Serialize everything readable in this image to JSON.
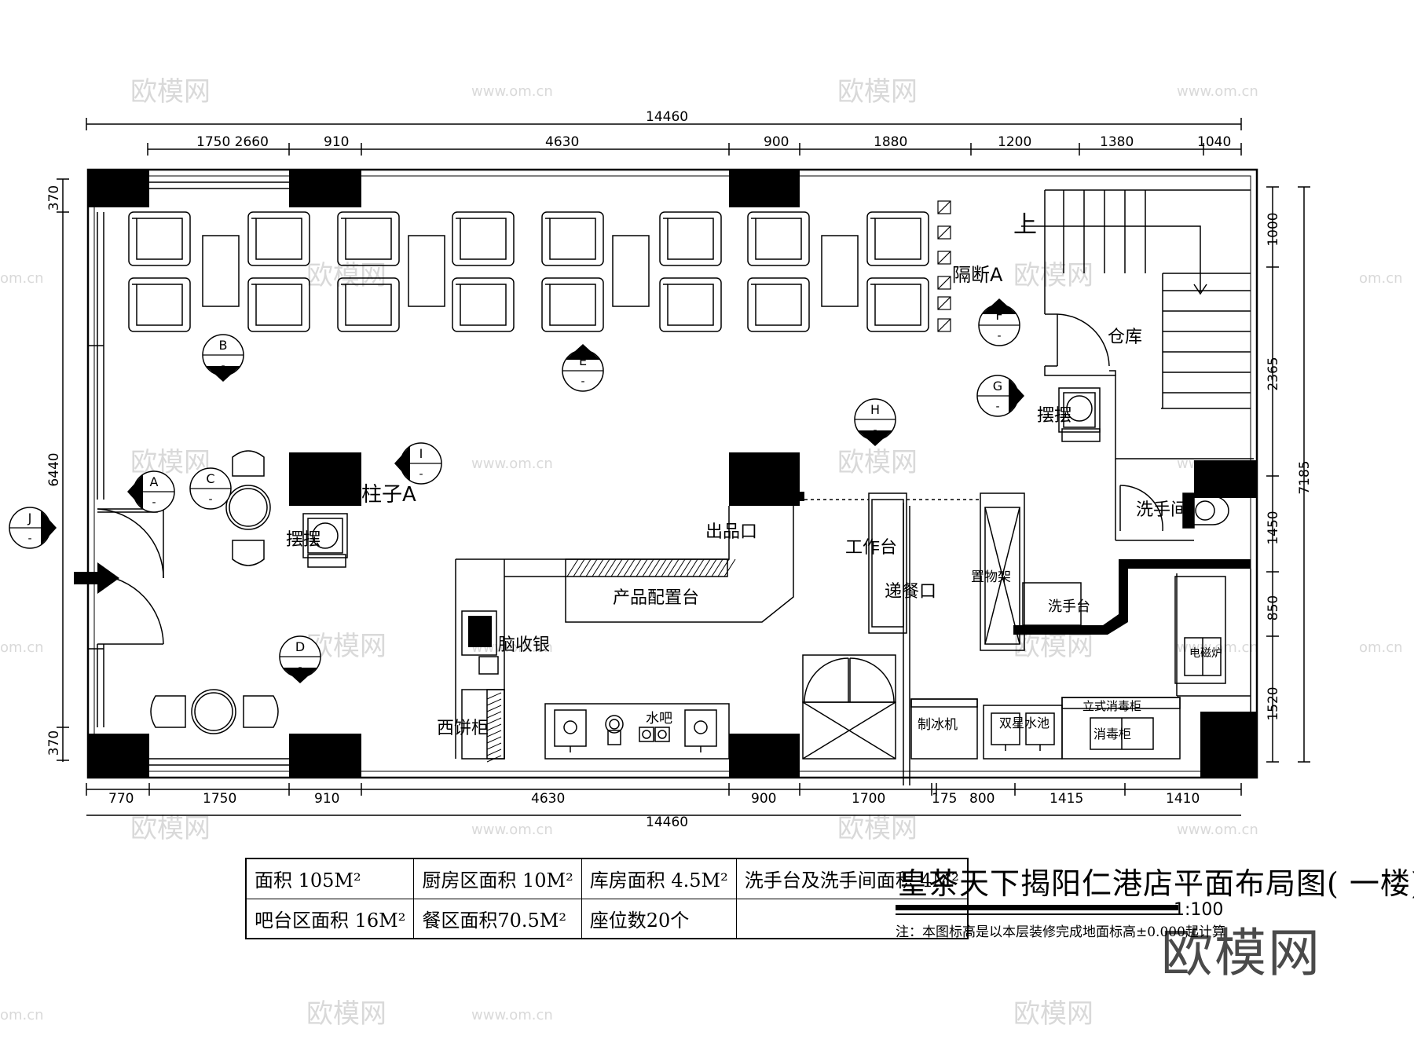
{
  "dims": {
    "top_total": "14460",
    "top_segments": [
      "1750 2660",
      "910",
      "4630",
      "900",
      "1880",
      "1200",
      "1380",
      "1040"
    ],
    "bottom_segments": [
      "770",
      "1750",
      "910",
      "4630",
      "900",
      "1700",
      "175",
      "800",
      "1415",
      "1410"
    ],
    "bottom_total": "14460",
    "left": [
      "370",
      "6440",
      "370"
    ],
    "right_inner": [
      "1000",
      "2365",
      "1450",
      "850",
      "1520"
    ],
    "right_total": "7185"
  },
  "labels": {
    "partition": "隔断A",
    "column": "柱子A",
    "ornament_left": "摆摆",
    "ornament_right": "摆摆",
    "warehouse": "仓库",
    "up": "上",
    "restroom": "洗手间",
    "serving_out": "出品口",
    "workbench": "工作台",
    "pass_through": "递餐口",
    "shelf": "置物架",
    "hand_sink": "洗手台",
    "product_counter": "产品配置台",
    "cashier": "脑收银",
    "pastry_cabinet": "西饼柜",
    "water_bar": "水吧",
    "ice_machine": "制冰机",
    "double_sink": "双星水池",
    "disinfect_cabinet": "立式消毒柜",
    "sterilizer": "消毒柜",
    "microwave": "电磁炉"
  },
  "sections": [
    "A",
    "B",
    "C",
    "D",
    "E",
    "F",
    "G",
    "H",
    "I",
    "J"
  ],
  "section_sub": "-",
  "areas": {
    "row1": [
      "面积  105M²",
      "厨房区面积 10M²",
      "库房面积 4.5M²",
      "洗手台及洗手间面积 4M²"
    ],
    "row2": [
      "吧台区面积 16M²",
      "餐区面积70.5M²",
      "座位数20个",
      ""
    ]
  },
  "title": {
    "text": "皇茶天下揭阳仁港店平面布局图( 一楼)",
    "scale": "1:100",
    "note": "注：本图标高是以本层装修完成地面标高±0.000起计算"
  },
  "watermark": {
    "brand": "欧模网",
    "site": "www.om.cn",
    "edge": "om.cn"
  }
}
